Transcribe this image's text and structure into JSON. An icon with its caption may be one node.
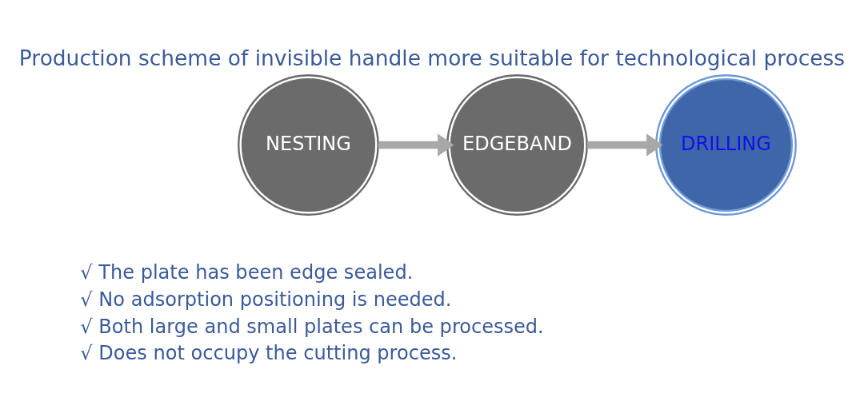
{
  "diagram": {
    "title": "Production scheme of invisible handle more suitable for technological process",
    "nodes": [
      {
        "text": [
          "NESTING"
        ]
      },
      {
        "text": [
          "EDGEBAND"
        ]
      },
      {
        "text": [
          "DRILLING"
        ]
      }
    ],
    "edges": [
      {
        "from": 0,
        "to": 1,
        "arrow": "to"
      },
      {
        "from": 1,
        "to": 2,
        "arrow": "to"
      }
    ],
    "labels": [
      "√ The plate has been edge sealed.",
      "√ No adsorption positioning is needed.",
      "√ Both large and small plates can be processed.",
      "√ Does not occupy the cutting process."
    ]
  }
}
